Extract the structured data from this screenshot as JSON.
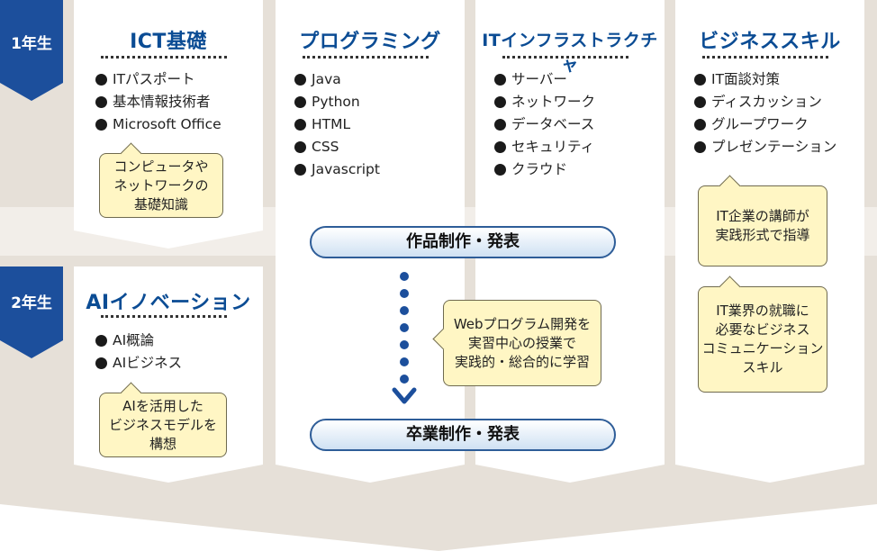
{
  "colors": {
    "band": "#e6e0d8",
    "band_light": "#f2eee9",
    "navy": "#1c4f9c",
    "title_blue": "#0b4c94",
    "bubble_fill": "#fff6c4",
    "pill_border": "#2e5d98"
  },
  "grades": {
    "year1": "1年生",
    "year2": "2年生"
  },
  "columns": [
    {
      "title": "ICT基礎",
      "year1_items": [
        "ITパスポート",
        "基本情報技術者",
        "Microsoft Office"
      ],
      "year1_note": "コンピュータや\nネットワークの\n基礎知識",
      "year2_title": "AIイノベーション",
      "year2_items": [
        "AI概論",
        "AIビジネス"
      ],
      "year2_note": "AIを活用した\nビジネスモデルを\n構想"
    },
    {
      "title": "プログラミング",
      "items": [
        "Java",
        "Python",
        "HTML",
        "CSS",
        "Javascript"
      ]
    },
    {
      "title": "ITインフラストラクチャ",
      "items": [
        "サーバー",
        "ネットワーク",
        "データベース",
        "セキュリティ",
        "クラウド"
      ]
    },
    {
      "title": "ビジネススキル",
      "items": [
        "IT面談対策",
        "ディスカッション",
        "グループワーク",
        "プレゼンテーション"
      ],
      "note1": "IT企業の講師が\n実践形式で指導",
      "note2": "IT業界の就職に\n必要なビジネス\nコミュニケーション\nスキル"
    }
  ],
  "center": {
    "pill_top": "作品制作・発表",
    "note": "Webプログラム開発を\n実習中心の授業で\n実践的・総合的に学習",
    "pill_bottom": "卒業制作・発表"
  }
}
